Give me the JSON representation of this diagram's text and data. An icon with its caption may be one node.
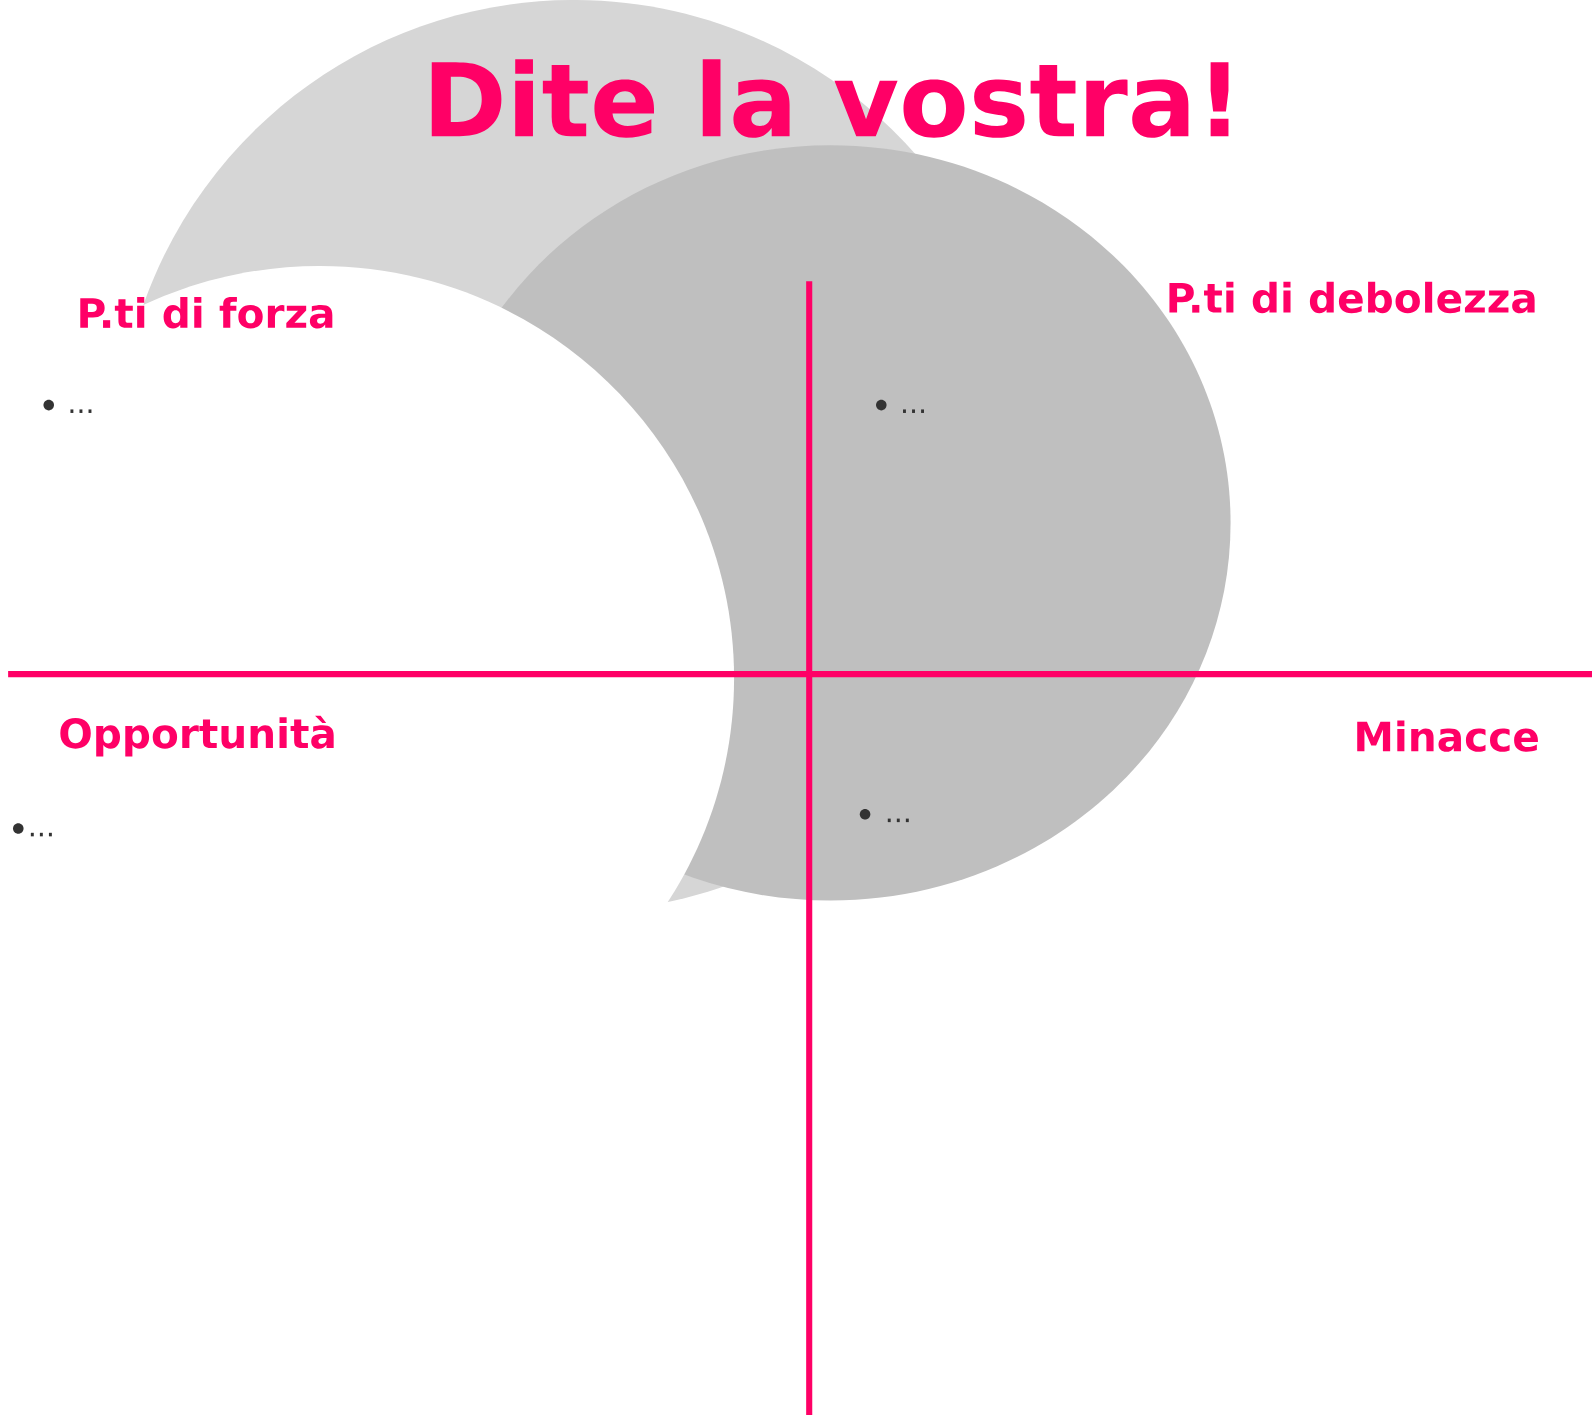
{
  "diagram": {
    "title": "Dite la vostra!",
    "labels": [
      "P.ti di forza",
      "P.ti di debolezza",
      "...",
      "...",
      "Opportunità",
      "Minacce",
      "...",
      "..."
    ]
  }
}
